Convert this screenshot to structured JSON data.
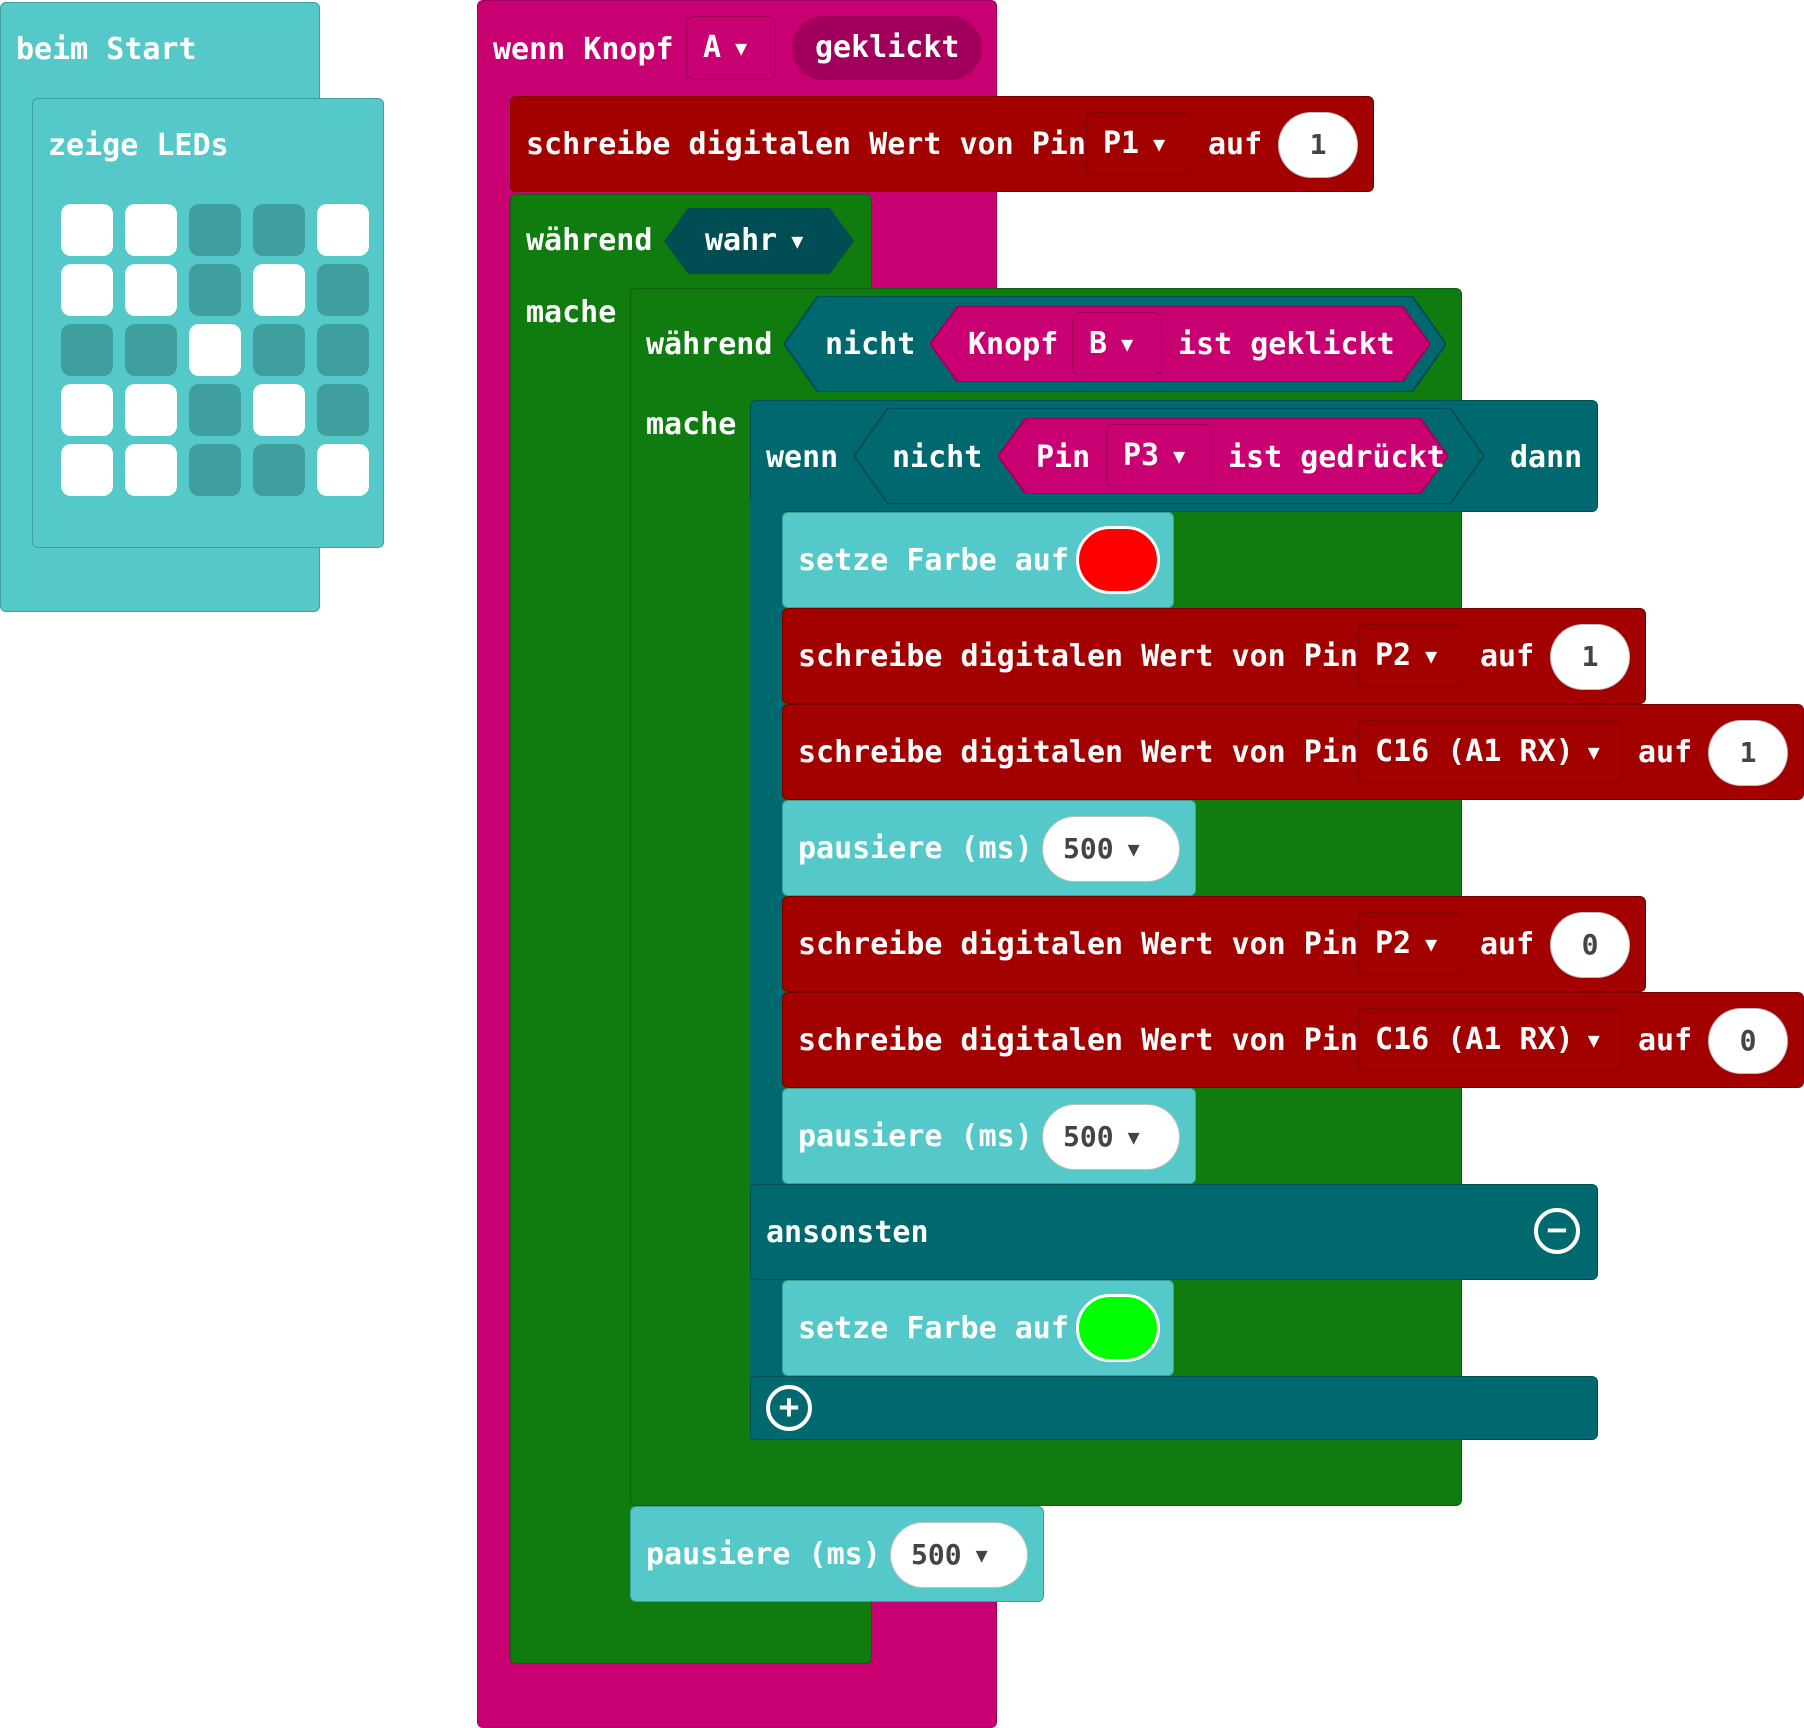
{
  "colors": {
    "basic": "#55C9C9",
    "basic_dark": "#3F9E9E",
    "input": "#C90072",
    "input_dark": "#A0005B",
    "pins": "#A30000",
    "loops": "#107C10",
    "logic": "#006970",
    "logic_dark": "#004E54",
    "led_on": "#FFFFFF",
    "led_off": "#3F9E9E",
    "red": "#FF0000",
    "green": "#00FF00"
  },
  "on_start": {
    "label": "beim Start",
    "show_leds": {
      "label": "zeige LEDs",
      "grid": [
        [
          1,
          1,
          0,
          0,
          1
        ],
        [
          1,
          1,
          0,
          1,
          0
        ],
        [
          0,
          0,
          1,
          0,
          0
        ],
        [
          1,
          1,
          0,
          1,
          0
        ],
        [
          1,
          1,
          0,
          0,
          1
        ]
      ]
    }
  },
  "event": {
    "prefix": "wenn Knopf",
    "button": "A",
    "suffix": "geklickt"
  },
  "write_p1": {
    "label": "schreibe digitalen Wert von Pin",
    "pin": "P1",
    "auf": "auf",
    "value": "1"
  },
  "while_outer": {
    "label": "während",
    "cond": "wahr",
    "do": "mache"
  },
  "while_inner": {
    "label": "während",
    "not": "nicht",
    "knopf": "Knopf",
    "button": "B",
    "suffix": "ist geklickt",
    "do": "mache"
  },
  "if_block": {
    "if": "wenn",
    "not": "nicht",
    "pin": "Pin",
    "pin_value": "P3",
    "suffix": "ist gedrückt",
    "then": "dann",
    "else": "ansonsten"
  },
  "set_color_red": {
    "label": "setze Farbe auf"
  },
  "write_p2_1": {
    "label": "schreibe digitalen Wert von Pin",
    "pin": "P2",
    "auf": "auf",
    "value": "1"
  },
  "write_c16_1": {
    "label": "schreibe digitalen Wert von Pin",
    "pin": "C16 (A1 RX)",
    "auf": "auf",
    "value": "1"
  },
  "pause_1": {
    "label": "pausiere (ms)",
    "value": "500"
  },
  "write_p2_0": {
    "label": "schreibe digitalen Wert von Pin",
    "pin": "P2",
    "auf": "auf",
    "value": "0"
  },
  "write_c16_0": {
    "label": "schreibe digitalen Wert von Pin",
    "pin": "C16 (A1 RX)",
    "auf": "auf",
    "value": "0"
  },
  "pause_2": {
    "label": "pausiere (ms)",
    "value": "500"
  },
  "set_color_green": {
    "label": "setze Farbe auf"
  },
  "pause_3": {
    "label": "pausiere (ms)",
    "value": "500"
  }
}
